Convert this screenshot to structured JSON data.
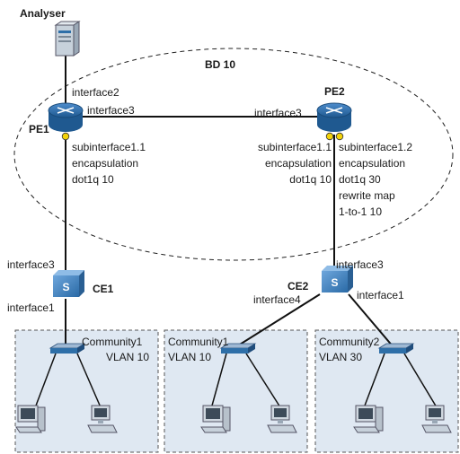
{
  "title": "BD 10",
  "devices": {
    "analyser": "Analyser",
    "pe1": "PE1",
    "pe2": "PE2",
    "ce1": "CE1",
    "ce2": "CE2"
  },
  "interfaces": {
    "pe1_interface2": "interface2",
    "pe1_interface3": "interface3",
    "pe2_interface3": "interface3",
    "ce1_interface3": "interface3",
    "ce1_interface1": "interface1",
    "ce2_interface3": "interface3",
    "ce2_interface4": "interface4",
    "ce2_interface1": "interface1"
  },
  "subinterfaces": {
    "pe1_sub": [
      "subinterface1.1",
      "encapsulation",
      "dot1q 10"
    ],
    "pe2_sub1": [
      "subinterface1.1",
      "encapsulation",
      "dot1q 10"
    ],
    "pe2_sub2": [
      "subinterface1.2",
      "encapsulation",
      "dot1q 30",
      "rewrite map",
      "1-to-1 10"
    ]
  },
  "communities": [
    {
      "name": "Community1",
      "vlan": "VLAN 10"
    },
    {
      "name": "Community1",
      "vlan": "VLAN 10"
    },
    {
      "name": "Community2",
      "vlan": "VLAN 30"
    }
  ],
  "colors": {
    "router_body": "#2e6fa8",
    "router_top": "#5b9fd6",
    "switch_body": "#4a86c0",
    "port": "#f2d20a",
    "community_fill": "#dfe8f2",
    "line": "#111111"
  }
}
